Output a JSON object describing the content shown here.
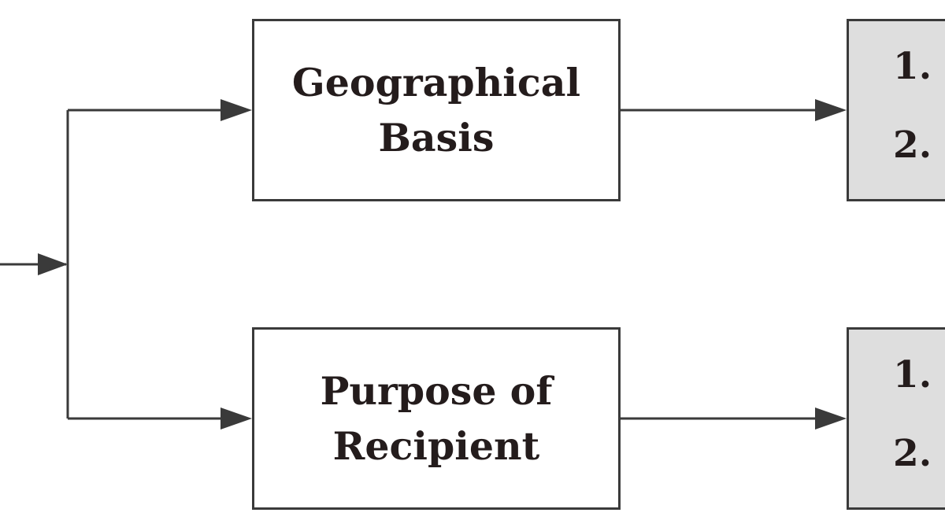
{
  "nodes": {
    "geographical": {
      "line1": "Geographical",
      "line2": "Basis"
    },
    "purpose": {
      "line1": "Purpose of",
      "line2": "Recipient"
    }
  },
  "lists": {
    "geographical": [
      "1.",
      "2."
    ],
    "purpose": [
      "1.",
      "2."
    ]
  },
  "colors": {
    "line": "#3a3a3a",
    "text": "#241c1c",
    "list_fill": "#dedede"
  }
}
